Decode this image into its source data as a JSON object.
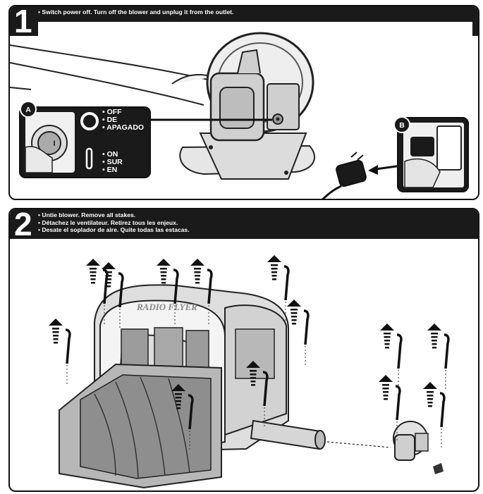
{
  "step1": {
    "number": "1",
    "instructions": [
      "• Switch power off.  Turn off the blower and unplug it from the outlet."
    ],
    "callout_a": "A",
    "callout_b": "B",
    "off_labels": [
      "• OFF",
      "• DE",
      "• APAGADO"
    ],
    "on_labels": [
      "• ON",
      "• SUR",
      "• EN"
    ],
    "switch_glyph": "O",
    "on_glyph": "I"
  },
  "step2": {
    "number": "2",
    "instructions": [
      "• Untie blower.  Remove all stakes.",
      "• Détachez le ventilateur.  Retirez tous les enjeux.",
      "• Desate el soplador de aire.  Quite todas las estacas."
    ],
    "brand_text": "RADIO FLYER"
  },
  "colors": {
    "header_bg": "#1a1a1a",
    "outline": "#111111",
    "inflatable": "#c9c9c9",
    "slide_dark": "#8e8e8e"
  }
}
